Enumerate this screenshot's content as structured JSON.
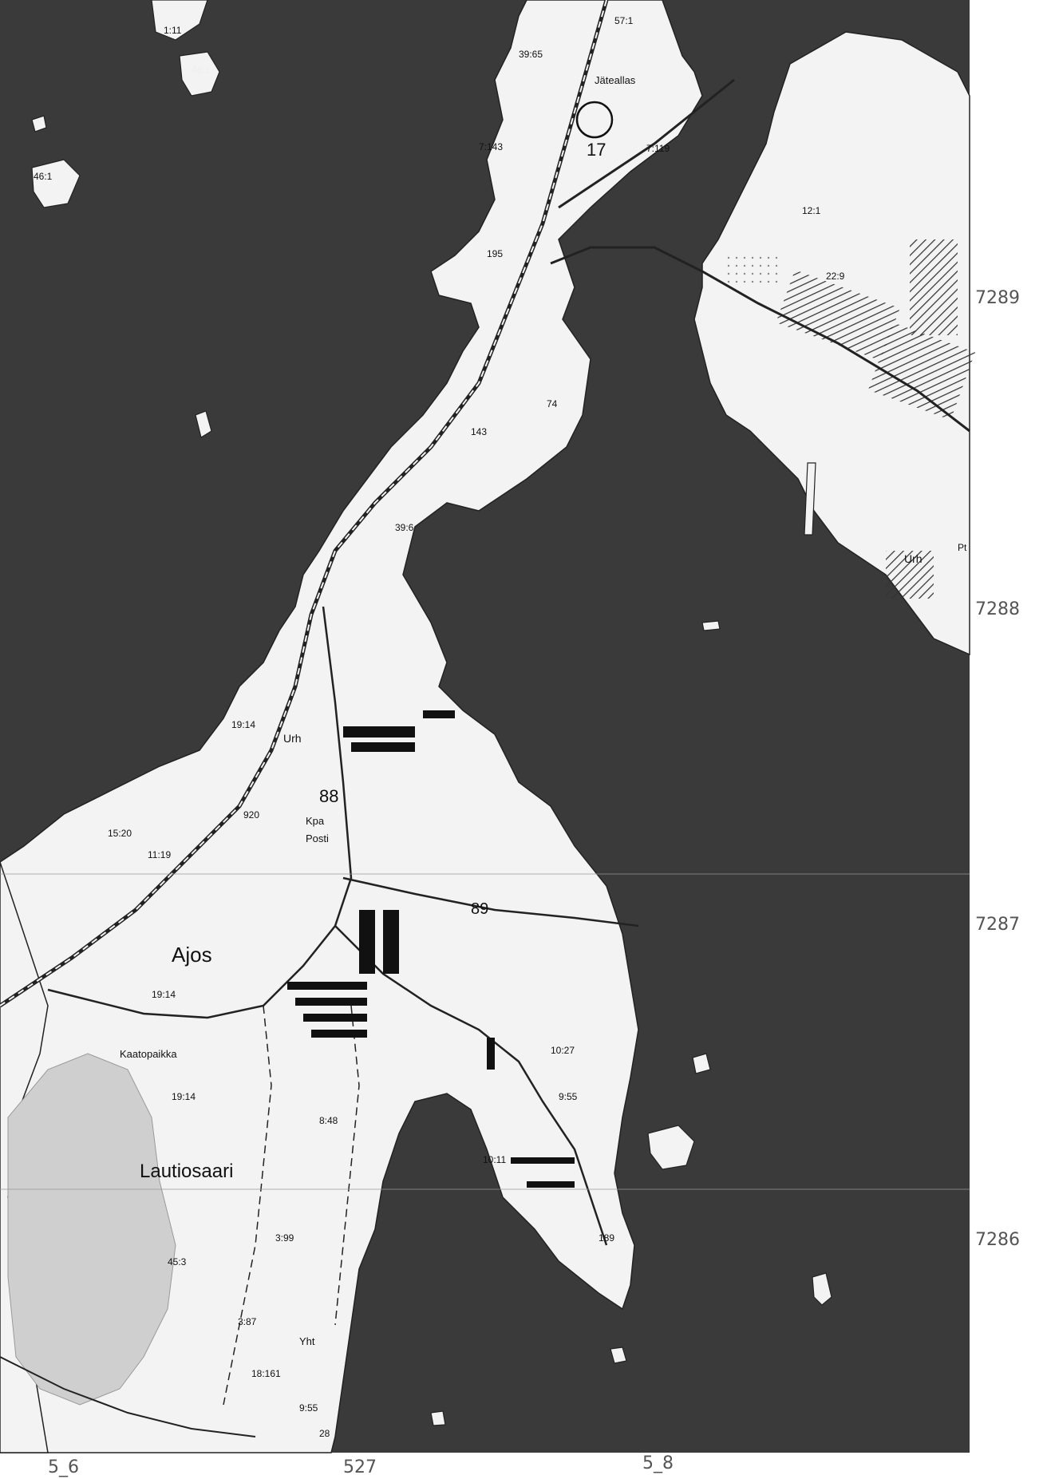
{
  "map": {
    "colors": {
      "water": "#3a3a3a",
      "land": "#f3f3f3",
      "marsh": "#cfcfcf",
      "road": "#222222",
      "ink": "#111111"
    },
    "place_names": {
      "ajos": "Ajos",
      "kaatopaikka": "Kaatopaikka",
      "lautiosaari": "Lautiosaari",
      "jatealias": "Jäteallas",
      "urh_west": "Urh",
      "urh_east": "Urh",
      "kpa": "Kpa",
      "posti": "Posti",
      "yht": "Yht",
      "pt": "Pt"
    },
    "road_numbers": {
      "r1": "88",
      "r2": "89",
      "r3": "17"
    },
    "elevations": {
      "e1": "57:1",
      "e2": "39:65",
      "e3": "7:143",
      "e4": "7:119",
      "e5": "46:1",
      "e6": "46:1",
      "e7": "195",
      "e8": "74",
      "e9": "143",
      "e10": "39:6",
      "e11": "19:14",
      "e12": "11:19",
      "e13": "19:14",
      "e14": "19:14",
      "e15": "10:27",
      "e16": "9:55",
      "e17": "8:48",
      "e18": "10:11",
      "e19": "3:99",
      "e20": "45:3",
      "e21": "3:87",
      "e22": "18:161",
      "e23": "9:55",
      "e24": "28",
      "e25": "189",
      "e26": "22:9",
      "e27": "12:1",
      "e28": "15:20",
      "e29": "920",
      "e30": "1:11"
    },
    "grid_labels": {
      "n7289": "7289",
      "n7288": "7288",
      "n7287": "7287",
      "n7286": "7286",
      "e526": "5_6",
      "e527": "527",
      "e528": "5_8"
    }
  }
}
